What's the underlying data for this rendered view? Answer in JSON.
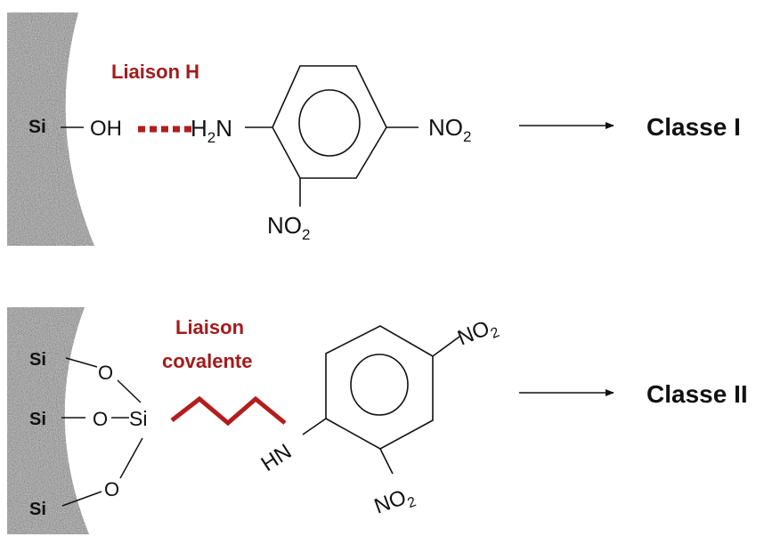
{
  "colors": {
    "bond_red": "#b31d1d",
    "label_red": "#a31b1b",
    "line": "#111111",
    "silica": "#9a9a9a"
  },
  "class1": {
    "surface_si": "Si",
    "hydroxyl": "OH",
    "bond_label": "Liaison H",
    "amine": {
      "main": "H",
      "sub": "2",
      "tail": "N"
    },
    "nitro_para": {
      "main": "NO",
      "sub": "2"
    },
    "nitro_ortho": {
      "main": "NO",
      "sub": "2"
    },
    "result_label": "Classe I"
  },
  "class2": {
    "surface_si_top": "Si",
    "surface_si_mid": "Si",
    "surface_si_bot": "Si",
    "oxygen_top": "O",
    "oxygen_mid": "O",
    "oxygen_bot": "O",
    "silane_si": "Si",
    "bond_label_line1": "Liaison",
    "bond_label_line2": "covalente",
    "amine": "HN",
    "nitro_para": {
      "main": "NO",
      "sub": "2"
    },
    "nitro_ortho": {
      "main": "NO",
      "sub": "2"
    },
    "result_label": "Classe II"
  }
}
